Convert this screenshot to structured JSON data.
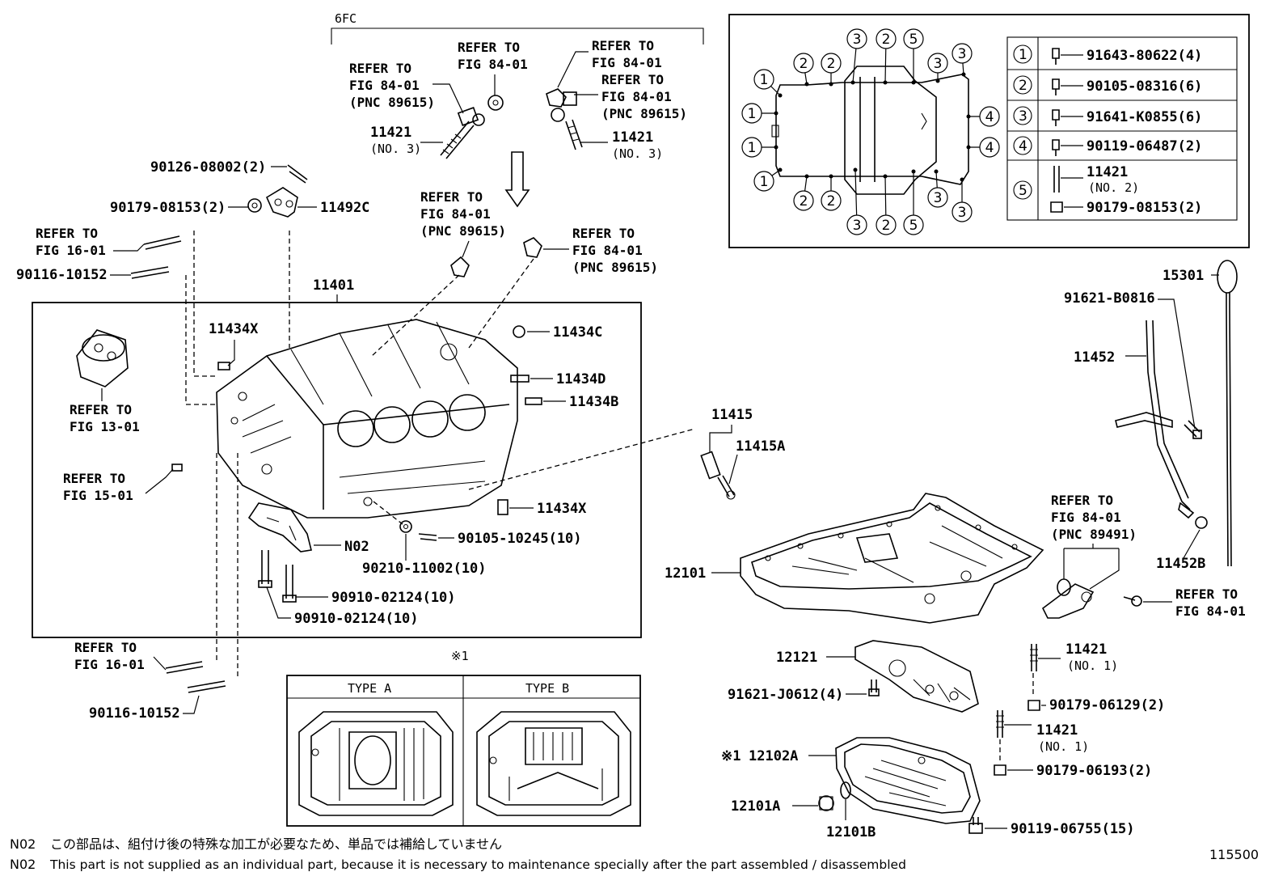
{
  "top_group": {
    "label": "6FC"
  },
  "refs": {
    "r_8401_pnc_a": [
      "REFER TO",
      "FIG 84-01",
      "(PNC 89615)"
    ],
    "r_8401_top": [
      "REFER TO",
      "FIG 84-01"
    ],
    "r_8401_right_top": [
      "REFER TO",
      "FIG 84-01"
    ],
    "r_8401_pnc_b": [
      "REFER TO",
      "FIG 84-01",
      "(PNC 89615)"
    ],
    "r_8401_pnc_c": [
      "REFER TO",
      "FIG 84-01",
      "(PNC 89615)"
    ],
    "r_8401_pnc_d": [
      "REFER TO",
      "FIG 84-01",
      "(PNC 89615)"
    ],
    "r_1601_top": [
      "REFER TO",
      "FIG 16-01"
    ],
    "r_1301": [
      "REFER TO",
      "FIG 13-01"
    ],
    "r_1501": [
      "REFER TO",
      "FIG 15-01"
    ],
    "r_1601_bottom": [
      "REFER TO",
      "FIG 16-01"
    ],
    "r_8401_pnc_89491": [
      "REFER TO",
      "FIG 84-01",
      "(PNC 89491)"
    ],
    "r_8401_right": [
      "REFER TO",
      "FIG 84-01"
    ]
  },
  "parts": {
    "p11421_left": "11421",
    "p11421_left_no": "(NO. 3)",
    "p11421_right": "11421",
    "p11421_right_no": "(NO. 3)",
    "p90126": "90126-08002(2)",
    "p90179_08153": "90179-08153(2)",
    "p11492c": "11492C",
    "p90116_top": "90116-10152",
    "p11401": "11401",
    "p11434x_top": "11434X",
    "p11434c": "11434C",
    "p11434d": "11434D",
    "p11434b": "11434B",
    "p11434x_bottom": "11434X",
    "pN02": "N02",
    "p90105_10245": "90105-10245(10)",
    "p90210": "90210-11002(10)",
    "p90910_a": "90910-02124(10)",
    "p90910_b": "90910-02124(10)",
    "p90116_bottom": "90116-10152",
    "p11415": "11415",
    "p11415a": "11415A",
    "p15301": "15301",
    "p91621_b0816": "91621-B0816",
    "p11452": "11452",
    "p11452b": "11452B",
    "p12101": "12101",
    "p12121": "12121",
    "p91621_j0612": "91621-J0612(4)",
    "p11421_no1_a": "11421",
    "p11421_no1_a_no": "(NO. 1)",
    "p90179_06129": "90179-06129(2)",
    "p11421_no1_b": "11421",
    "p11421_no1_b_no": "(NO. 1)",
    "p12102a_mark": "※1",
    "p12102a": "12102A",
    "p90179_06193": "90179-06193(2)",
    "p12101a": "12101A",
    "p12101b": "12101B",
    "p90119_06755": "90119-06755(15)"
  },
  "legend": {
    "rows": [
      {
        "num": "1",
        "part": "91643-80622(4)"
      },
      {
        "num": "2",
        "part": "90105-08316(6)"
      },
      {
        "num": "3",
        "part": "91641-K0855(6)"
      },
      {
        "num": "4",
        "part": "90119-06487(2)"
      },
      {
        "num": "5",
        "part": "11421",
        "sub": "(NO. 2)",
        "part2": "90179-08153(2)"
      }
    ]
  },
  "bolt_pattern_labels": {
    "top": [
      "2",
      "2",
      "3",
      "2",
      "5",
      "3",
      "3"
    ],
    "left": [
      "1",
      "1",
      "1",
      "1"
    ],
    "right": [
      "4",
      "4"
    ],
    "bottom": [
      "2",
      "2",
      "3",
      "2",
      "5",
      "3",
      "3"
    ]
  },
  "types": {
    "mark": "※1",
    "a": "TYPE A",
    "b": "TYPE B"
  },
  "notes": {
    "jp_code": "N02",
    "jp_text": "この部品は、組付け後の特殊な加工が必要なため、単品では補給していません",
    "en_code": "N02",
    "en_text": "This part is not supplied as an individual part, because it is necessary to maintenance specially after the part assembled / disassembled"
  },
  "figure_id": "115500"
}
